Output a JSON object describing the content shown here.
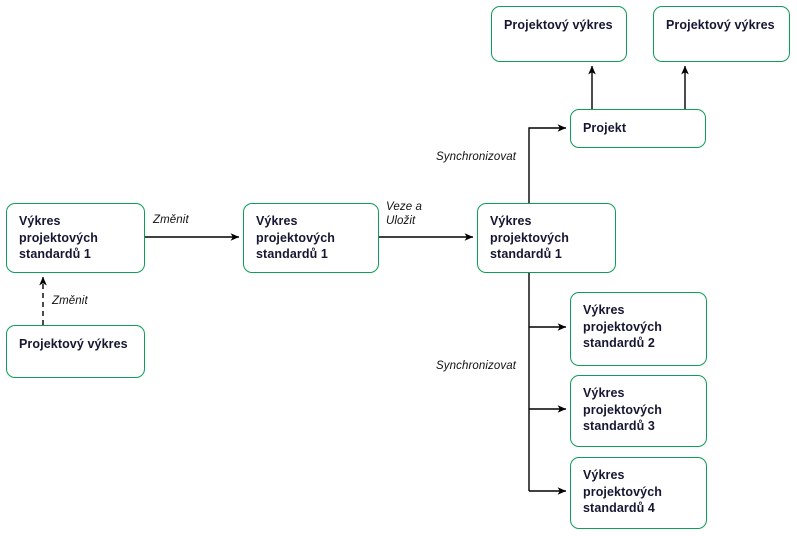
{
  "diagram": {
    "type": "flow-diagram",
    "language": "cs",
    "colors": {
      "node_border": "#0d9e57",
      "node_text": "#161633",
      "node_fill": "#ffffff",
      "connector": "#000000",
      "canvas": "#ffffff"
    },
    "nodes": [
      {
        "id": "std1_a",
        "label": "Výkres\nprojektových\nstandardů 1"
      },
      {
        "id": "proj_vykres",
        "label": "Projektový výkres"
      },
      {
        "id": "std1_b",
        "label": "Výkres\nprojektových\nstandardů 1"
      },
      {
        "id": "std1_c",
        "label": "Výkres\nprojektových\nstandardů 1"
      },
      {
        "id": "projekt",
        "label": "Projekt"
      },
      {
        "id": "pv_top_1",
        "label": "Projektový výkres"
      },
      {
        "id": "pv_top_2",
        "label": "Projektový výkres"
      },
      {
        "id": "std2",
        "label": "Výkres\nprojektových\nstandardů 2"
      },
      {
        "id": "std3",
        "label": "Výkres\nprojektových\nstandardů 3"
      },
      {
        "id": "std4",
        "label": "Výkres\nprojektových\nstandardů 4"
      }
    ],
    "edge_labels": [
      {
        "id": "zmenit_1",
        "text": "Změnit"
      },
      {
        "id": "zmenit_2",
        "text": "Změnit"
      },
      {
        "id": "veze_ulozit",
        "text": "Veze a\nUložit"
      },
      {
        "id": "synchronizovat_1",
        "text": "Synchronizovat"
      },
      {
        "id": "synchronizovat_2",
        "text": "Synchronizovat"
      }
    ],
    "edges": [
      {
        "from": "proj_vykres",
        "to": "std1_a",
        "style": "dashed",
        "label": "Změnit"
      },
      {
        "from": "std1_a",
        "to": "std1_b",
        "style": "solid",
        "label": "Změnit"
      },
      {
        "from": "std1_b",
        "to": "std1_c",
        "style": "solid",
        "label": "Veze a Uložit"
      },
      {
        "from": "std1_c",
        "to": "projekt",
        "style": "solid",
        "label": "Synchronizovat"
      },
      {
        "from": "projekt",
        "to": "pv_top_1",
        "style": "solid",
        "label": ""
      },
      {
        "from": "projekt",
        "to": "pv_top_2",
        "style": "solid",
        "label": ""
      },
      {
        "from": "std1_c",
        "to": "std2",
        "style": "solid",
        "label": "Synchronizovat"
      },
      {
        "from": "std1_c",
        "to": "std3",
        "style": "solid",
        "label": "Synchronizovat"
      },
      {
        "from": "std1_c",
        "to": "std4",
        "style": "solid",
        "label": "Synchronizovat"
      }
    ]
  }
}
